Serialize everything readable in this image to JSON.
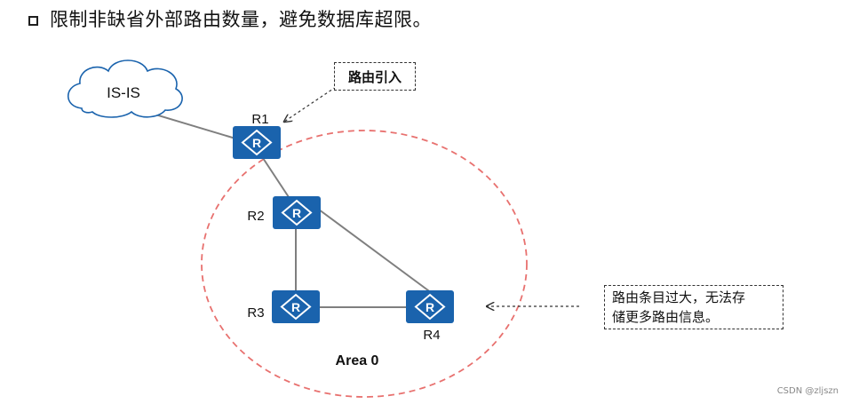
{
  "heading": {
    "text": "限制非缺省外部路由数量，避免数据库超限。"
  },
  "cloud": {
    "label": "IS-IS"
  },
  "routers": [
    {
      "id": "R1",
      "label": "R1",
      "glyph": "R"
    },
    {
      "id": "R2",
      "label": "R2",
      "glyph": "R"
    },
    {
      "id": "R3",
      "label": "R3",
      "glyph": "R"
    },
    {
      "id": "R4",
      "label": "R4",
      "glyph": "R"
    }
  ],
  "area": {
    "label": "Area 0"
  },
  "callouts": {
    "import": "路由引入",
    "info_line1": "路由条目过大，无法存",
    "info_line2": "储更多路由信息。"
  },
  "colors": {
    "router_fill": "#1a63ad",
    "link": "#7f7f7f",
    "area_border": "#e8716f"
  },
  "footer": {
    "watermark": "CSDN @zljszn"
  }
}
